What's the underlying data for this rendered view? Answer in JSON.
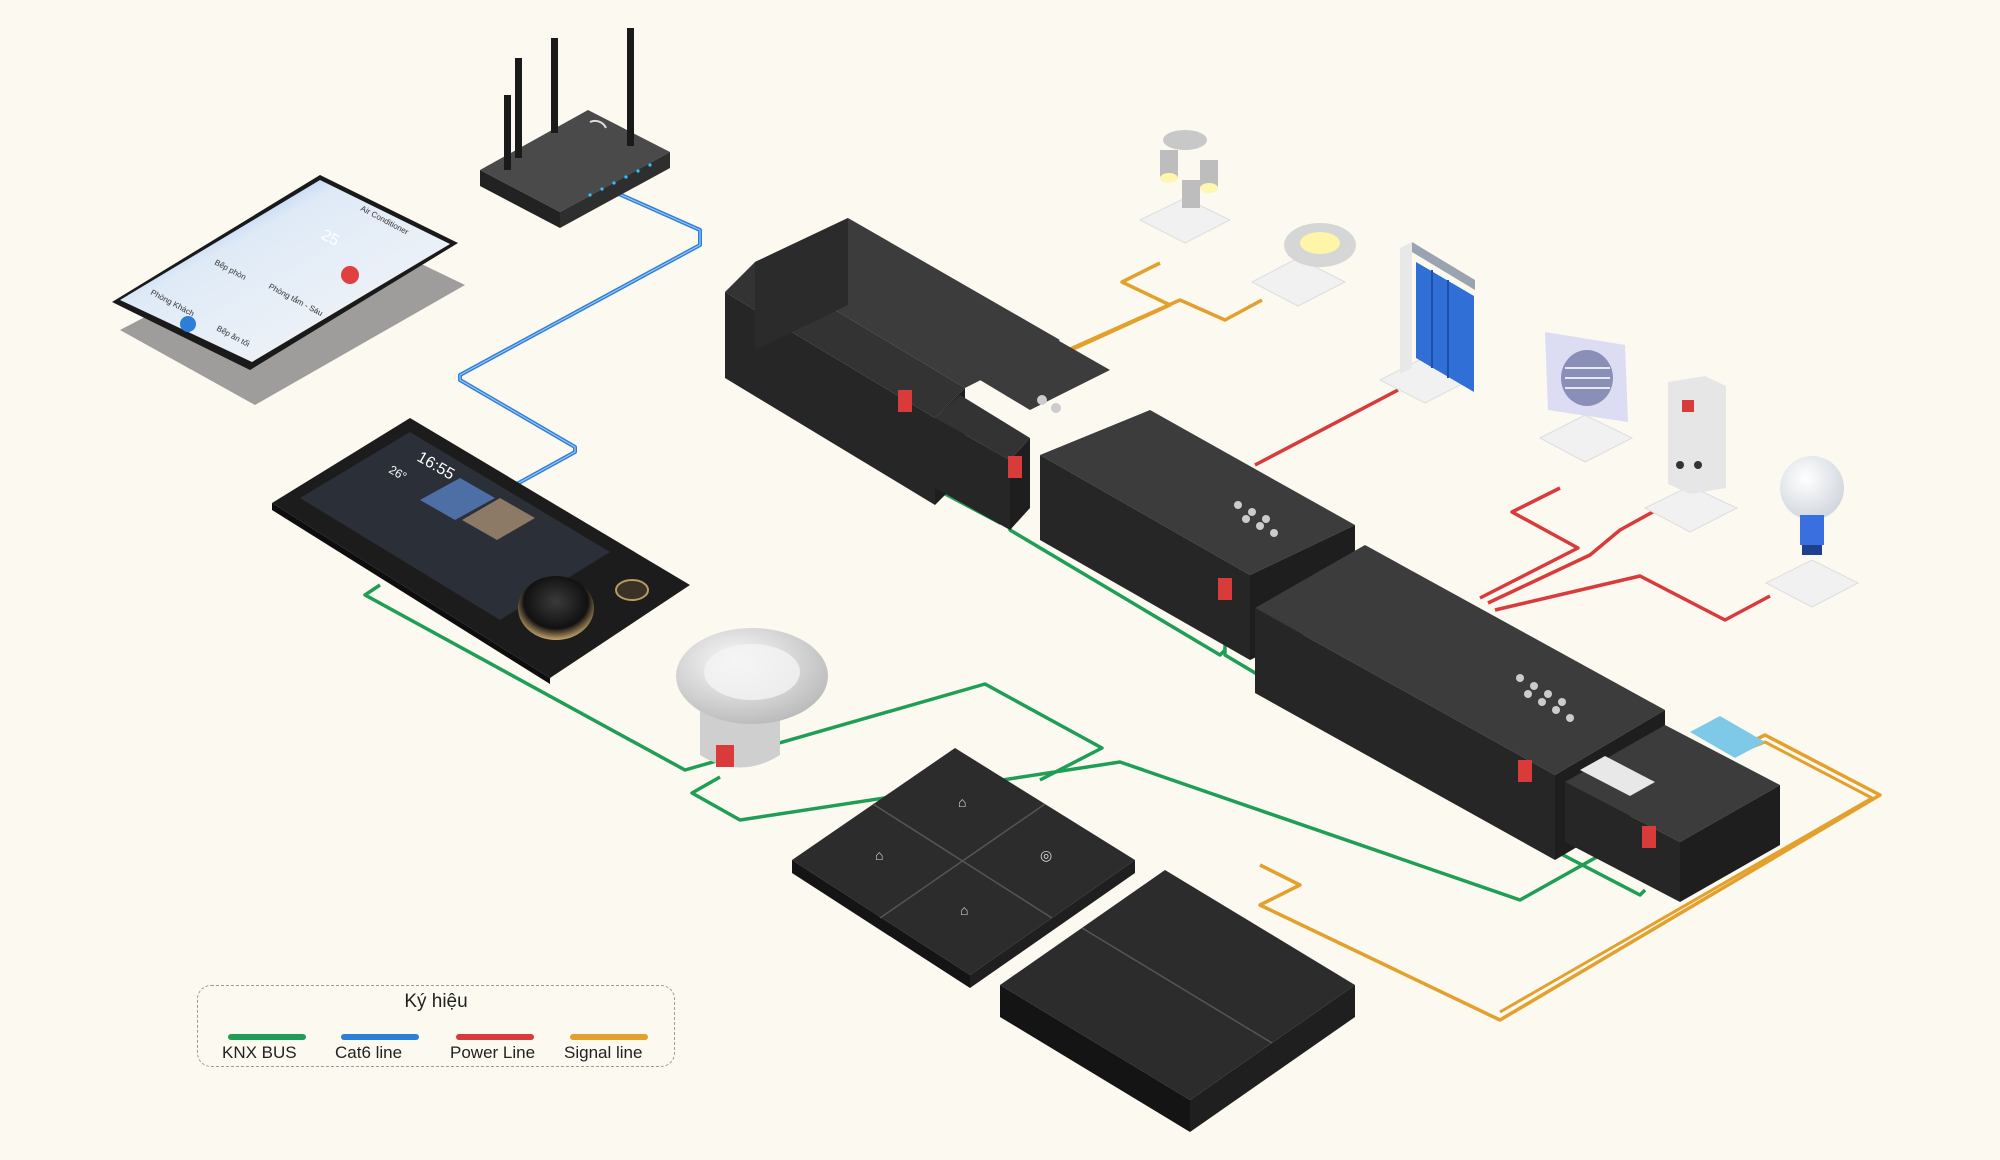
{
  "legend": {
    "title": "Ký hiệu",
    "items": [
      {
        "label": "KNX BUS",
        "color": "#1f9e55"
      },
      {
        "label": "Cat6 line",
        "color": "#2b7fd9"
      },
      {
        "label": "Power Line",
        "color": "#d93a3a"
      },
      {
        "label": "Signal line",
        "color": "#e3a02c"
      }
    ]
  },
  "phone": {
    "header": "Air Conditioner",
    "temperature": "25",
    "tile_1": "Bếp phòn",
    "tile_2": "Phòng tắm - Sáu",
    "tile_3": "Phòng Khách",
    "tile_4": "Bếp ăn tối"
  },
  "panel": {
    "time": "16:55",
    "temperature": "26°"
  },
  "colors": {
    "device_dark": "#2b2b2b",
    "device_top": "#3a3a3a",
    "background": "#fcf9f1"
  }
}
